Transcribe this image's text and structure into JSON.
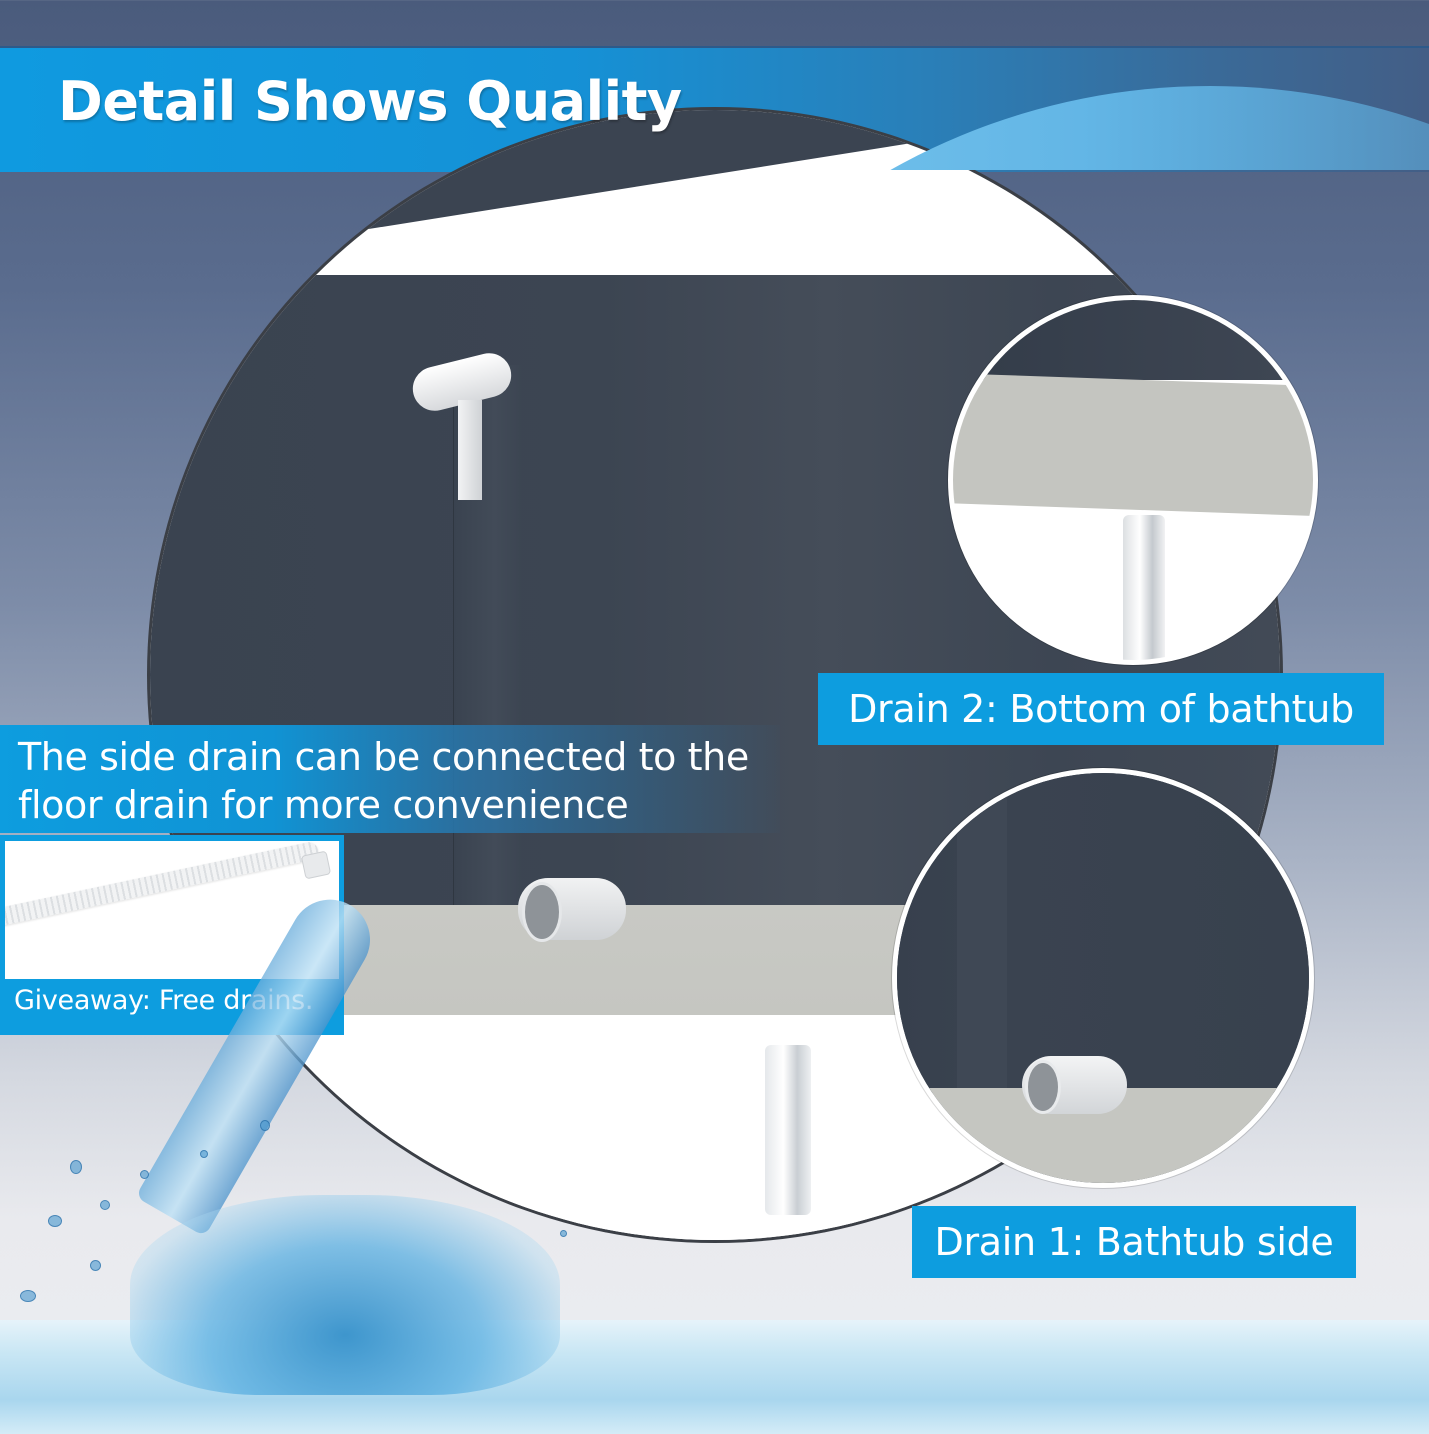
{
  "header": {
    "title": "Detail Shows Quality"
  },
  "side_caption": {
    "line1": "The side drain can be connected to the",
    "line2": "floor drain for more convenience"
  },
  "giveaway": {
    "label": "Giveaway: Free drains.",
    "image": "drain-hose"
  },
  "callouts": [
    {
      "id": "drain2",
      "label": "Drain 2: Bottom of bathtub",
      "inset": "bottom-drain-closeup"
    },
    {
      "id": "drain1",
      "label": "Drain 1: Bathtub side",
      "inset": "side-drain-closeup"
    }
  ],
  "colors": {
    "accent_blue": "#0d9ddf",
    "tub_dark": "#3a4350",
    "tub_band": "#c5c6c1",
    "bg_top": "#4a5b7c",
    "bg_bottom": "#eceef2"
  }
}
